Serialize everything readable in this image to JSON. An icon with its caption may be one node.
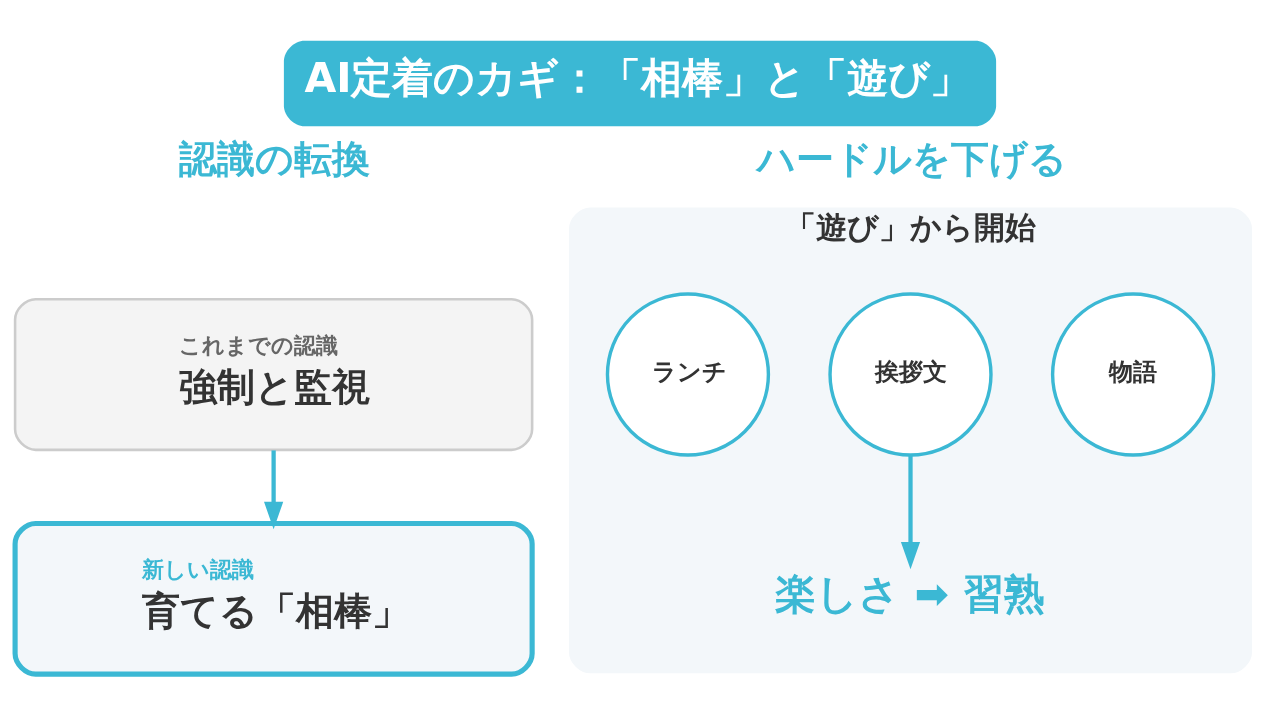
{
  "diagram": {
    "title": "AI定着のカギ：「相棒」と「遊び」",
    "nodes": [
      {
        "text": [
          "これまでの認識",
          "強制と監視"
        ]
      },
      {
        "text": [
          "新しい認識",
          "育てる「相棒」"
        ]
      },
      {
        "text": [
          "「遊び」から開始"
        ]
      },
      {
        "text": [
          "ランチ"
        ],
        "in": 2
      },
      {
        "text": [
          "挨拶文"
        ],
        "in": 2
      },
      {
        "text": [
          "物語"
        ],
        "in": 2
      },
      {
        "text": [
          "楽しさ ➡ 習熟"
        ],
        "in": 2
      }
    ],
    "edges": [
      {
        "from": 0,
        "to": 1,
        "arrow": "to"
      },
      {
        "from": 4,
        "to": 6,
        "arrow": "to"
      }
    ],
    "labels": [
      "認識の転換",
      "ハードルを下げる"
    ]
  }
}
